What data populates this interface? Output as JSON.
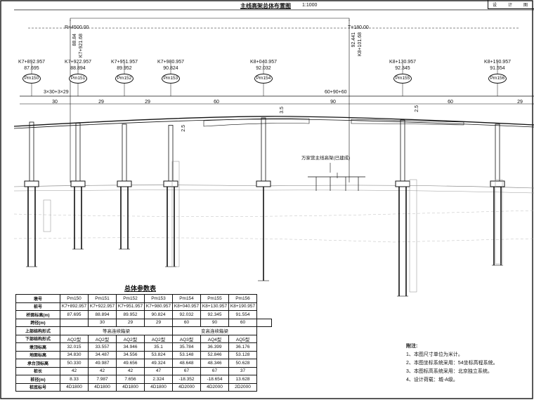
{
  "drawing": {
    "title": "主线高架总体布置图",
    "scale": "1:1000",
    "curve_left": "R=4500.00",
    "curve_left_elev": "88.84",
    "curve_left_station": "K7+921.68",
    "curve_right": "T=180.00",
    "curve_right_elev": "92.441",
    "curve_right_station": "K8+101.68",
    "span_note_left": "3×30+3×29",
    "span_note_right": "60+90+60",
    "span_labels": [
      "30",
      "29",
      "29",
      "60",
      "90",
      "60",
      "29"
    ],
    "grade_labels": [
      "3.5",
      "2.5",
      "2.5"
    ],
    "existing_bridge": "万家营主线高架(已建成)",
    "titleblock_cells": [
      "设",
      "计",
      "图"
    ]
  },
  "piers": [
    {
      "name": "Pm150",
      "station": "K7+892.957",
      "elev": "87.695"
    },
    {
      "name": "Pm151",
      "station": "K7+922.957",
      "elev": "88.894"
    },
    {
      "name": "Pm152",
      "station": "K7+951.957",
      "elev": "89.952"
    },
    {
      "name": "Pm153",
      "station": "K7+980.957",
      "elev": "90.824"
    },
    {
      "name": "Pm154",
      "station": "K8+040.957",
      "elev": "92.032"
    },
    {
      "name": "Pm155",
      "station": "K8+130.957",
      "elev": "92.345"
    },
    {
      "name": "Pm156",
      "station": "K8+190.957",
      "elev": "91.554"
    }
  ],
  "table": {
    "title": "总体参数表",
    "rows": [
      {
        "label": "墩号",
        "cells": [
          "Pm150",
          "Pm151",
          "Pm152",
          "Pm153",
          "Pm154",
          "Pm155",
          "Pm156"
        ]
      },
      {
        "label": "桩号",
        "cells": [
          "K7+892.957",
          "K7+922.957",
          "K7+951.957",
          "K7+980.957",
          "K8+040.957",
          "K8+130.957",
          "K8+190.957"
        ]
      },
      {
        "label": "桥面标高(m)",
        "cells": [
          "87.695",
          "88.894",
          "89.952",
          "90.824",
          "92.032",
          "92.345",
          "91.554"
        ]
      },
      {
        "label": "跨径(m)",
        "spans": [
          "30",
          "29",
          "29",
          "60",
          "90",
          "60"
        ]
      },
      {
        "label": "上部结构形式",
        "merged": [
          "等高连续箱梁",
          "变高连续箱梁"
        ]
      },
      {
        "label": "下部结构形式",
        "cells": [
          "AQ2型",
          "AQ2型",
          "AQ2型",
          "AQ2型",
          "AQ3型",
          "AQ4型",
          "AQ5型"
        ]
      },
      {
        "label": "墩顶标高",
        "cells": [
          "32.015",
          "33.557",
          "34.946",
          "35.1",
          "35.784",
          "36.399",
          "36.176"
        ]
      },
      {
        "label": "地面标高",
        "cells": [
          "34.830",
          "34.487",
          "34.556",
          "53.824",
          "53.148",
          "52.846",
          "53.128"
        ]
      },
      {
        "label": "承台顶标高",
        "cells": [
          "50.330",
          "49.987",
          "49.656",
          "49.324",
          "48.648",
          "48.346",
          "50.628"
        ]
      },
      {
        "label": "桩长",
        "cells": [
          "42",
          "42",
          "42",
          "47",
          "67",
          "67",
          "37"
        ]
      },
      {
        "label": "桩径(m)",
        "cells": [
          "8.33",
          "7.987",
          "7.656",
          "2.324",
          "-18.352",
          "-18.654",
          "13.628"
        ]
      },
      {
        "label": "桩底标号",
        "cells": [
          "4D1800",
          "4D1800",
          "4D1800",
          "4D1800",
          "4D2000",
          "4D2000",
          "2D2000"
        ]
      }
    ]
  },
  "notes": {
    "heading": "附注:",
    "items": [
      "1、本图尺寸单位为米计。",
      "2、本图坐标系统采用：54坐标高程系统。",
      "3、本图标高系统采用：北京独立系统。",
      "4、设计荷载：城-A级。"
    ]
  }
}
